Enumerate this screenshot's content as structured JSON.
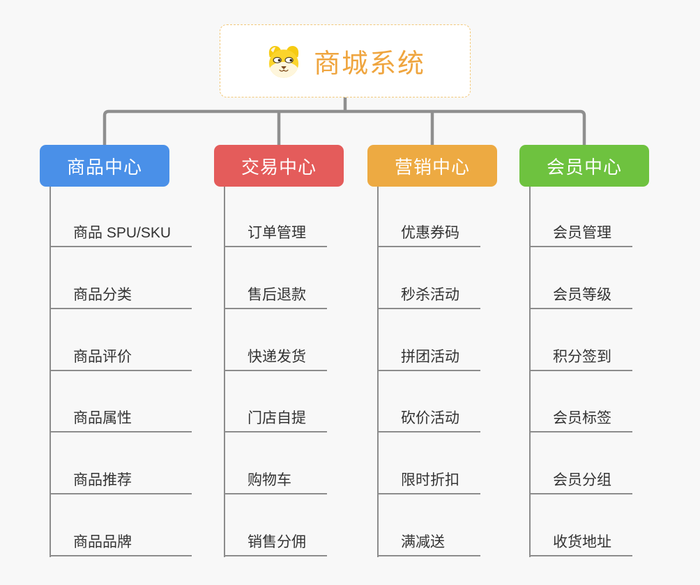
{
  "root": {
    "title": "商城系统",
    "icon": "dog-icon"
  },
  "branches": [
    {
      "label": "商品中心",
      "color": "#4A90E8",
      "items": [
        "商品 SPU/SKU",
        "商品分类",
        "商品评价",
        "商品属性",
        "商品推荐",
        "商品品牌"
      ]
    },
    {
      "label": "交易中心",
      "color": "#E45C5B",
      "items": [
        "订单管理",
        "售后退款",
        "快递发货",
        "门店自提",
        "购物车",
        "销售分佣"
      ]
    },
    {
      "label": "营销中心",
      "color": "#EDAA42",
      "items": [
        "优惠券码",
        "秒杀活动",
        "拼团活动",
        "砍价活动",
        "限时折扣",
        "满减送"
      ]
    },
    {
      "label": "会员中心",
      "color": "#6EC23F",
      "items": [
        "会员管理",
        "会员等级",
        "积分签到",
        "会员标签",
        "会员分组",
        "收货地址"
      ]
    }
  ],
  "colors": {
    "root_text": "#EFA53F",
    "root_border": "#F2C879",
    "connector": "#8F8F8F",
    "sub_line": "#8C8C8C",
    "item_text": "#333333",
    "background": "#F8F8F8"
  }
}
